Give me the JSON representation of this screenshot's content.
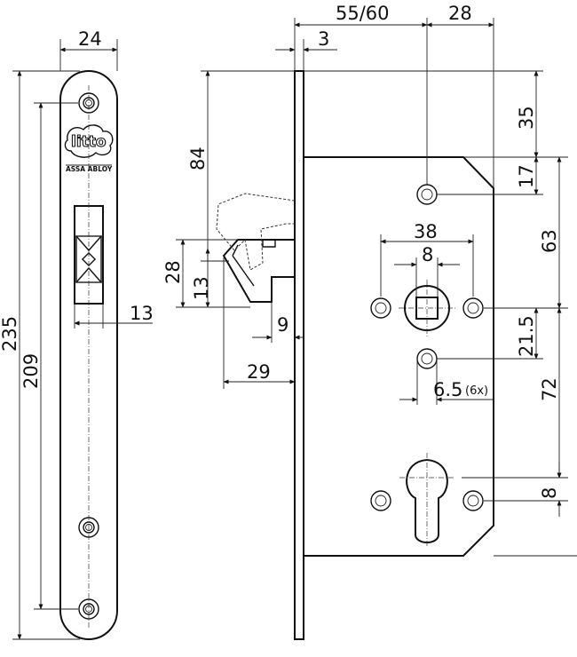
{
  "logo": {
    "text": "litto",
    "sub": "ASSA ABLOY"
  },
  "dims": {
    "d24": "24",
    "d235": "235",
    "d209": "209",
    "d13": "13",
    "d55_60": "55/60",
    "d28_top": "28",
    "d3": "3",
    "d35": "35",
    "d17": "17",
    "d63": "63",
    "d21_5": "21.5",
    "d72": "72",
    "d8_right": "8",
    "d84": "84",
    "d28_left": "28",
    "d13_latch": "13",
    "d9": "9",
    "d29": "29",
    "d38": "38",
    "d8_spindle": "8",
    "d6_5": "6.5",
    "d6x": "(6x)"
  }
}
